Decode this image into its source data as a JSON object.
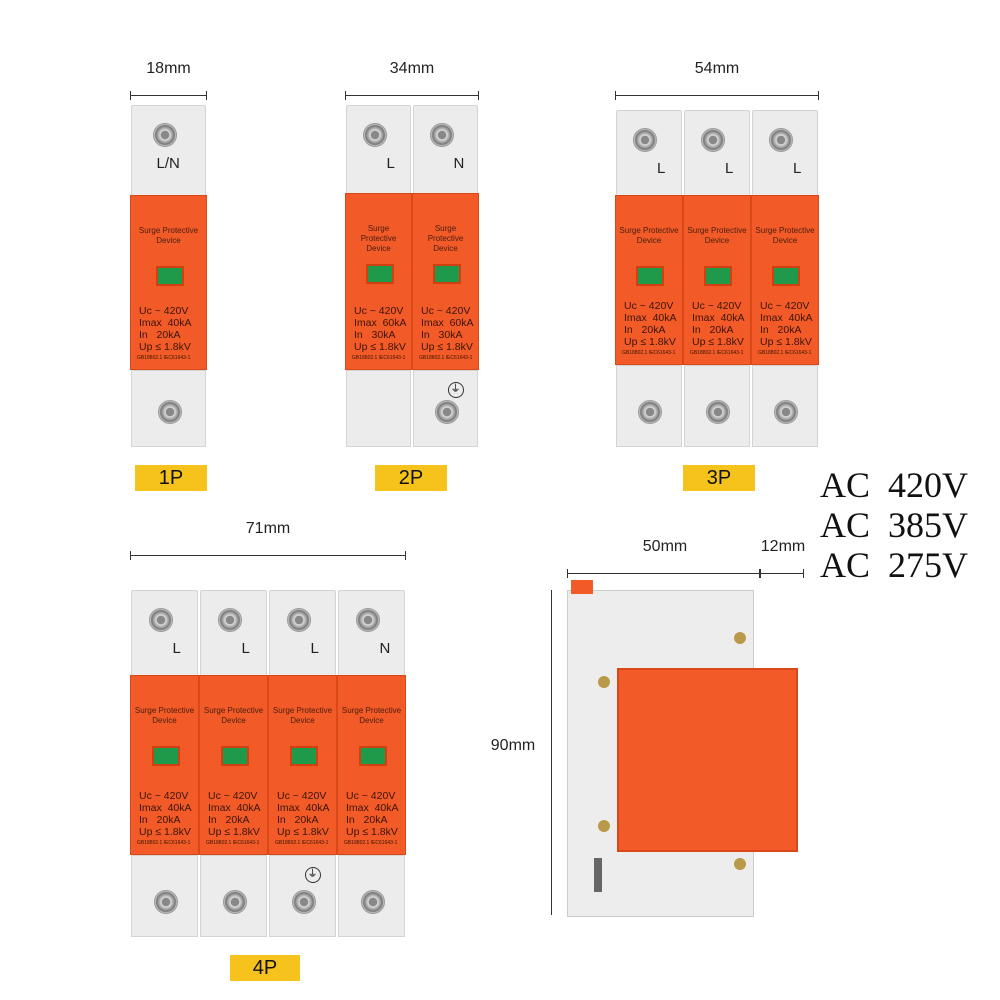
{
  "groups": [
    {
      "tag": "1P",
      "width": "18mm",
      "modules": [
        {
          "terminal": "L/N",
          "ground": false
        }
      ],
      "specs": [
        "Uc ~ 420V",
        "Imax  40kA",
        "In   20kA",
        "Up ≤ 1.8kV"
      ]
    },
    {
      "tag": "2P",
      "width": "34mm",
      "modules": [
        {
          "terminal": "L",
          "ground": false
        },
        {
          "terminal": "N",
          "ground": true
        }
      ],
      "specs": [
        "Uc ~ 420V",
        "Imax  60kA",
        "In   30kA",
        "Up ≤ 1.8kV"
      ]
    },
    {
      "tag": "3P",
      "width": "54mm",
      "modules": [
        {
          "terminal": "L",
          "ground": false
        },
        {
          "terminal": "L",
          "ground": false
        },
        {
          "terminal": "L",
          "ground": false
        }
      ],
      "specs": [
        "Uc ~ 420V",
        "Imax  40kA",
        "In   20kA",
        "Up ≤ 1.8kV"
      ]
    },
    {
      "tag": "4P",
      "width": "71mm",
      "modules": [
        {
          "terminal": "L",
          "ground": false
        },
        {
          "terminal": "L",
          "ground": false
        },
        {
          "terminal": "L",
          "ground": true
        },
        {
          "terminal": "N",
          "ground": false
        }
      ],
      "specs": [
        "Uc ~ 420V",
        "Imax  40kA",
        "In   20kA",
        "Up ≤ 1.8kV"
      ]
    }
  ],
  "device_name": "Surge Protective Device",
  "standard": "GB18802.1 IEC61643-1",
  "voltages": [
    "AC  420V",
    "AC  385V",
    "AC  275V"
  ],
  "side_view": {
    "depth": "50mm",
    "cover": "12mm",
    "height": "90mm"
  },
  "colors": {
    "body": "#f25a27",
    "window": "#1f9a4a",
    "tag": "#f6c21c",
    "terminal": "#ececec"
  }
}
